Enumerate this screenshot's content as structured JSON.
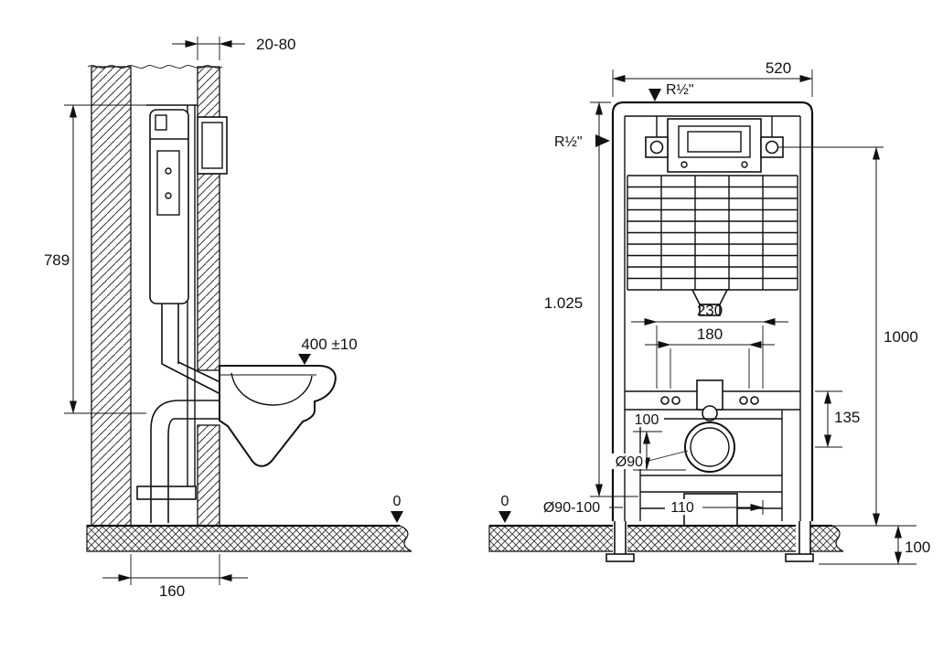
{
  "drawing": {
    "background": "#ffffff",
    "line_color": "#111111",
    "description_left": "side-section-view",
    "description_right": "front-view"
  },
  "left_view": {
    "dims": {
      "wall_finish_depth": "20-80",
      "frame_height": "789",
      "bowl_height": "400 ±10",
      "floor_level": "0",
      "frame_depth": "160"
    }
  },
  "right_view": {
    "dims": {
      "frame_width": "520",
      "water_top": "R½\"",
      "water_side": "R½\"",
      "total_height": "1.025",
      "supply_height": "1000",
      "rod_spacing": "230",
      "bolt_spacing": "180",
      "offset_135": "135",
      "offset_100": "100",
      "drain_dia": "Ø90",
      "outlet_dia": "Ø90-100",
      "outlet_offset": "110",
      "floor_level": "0",
      "below_floor": "100"
    }
  }
}
